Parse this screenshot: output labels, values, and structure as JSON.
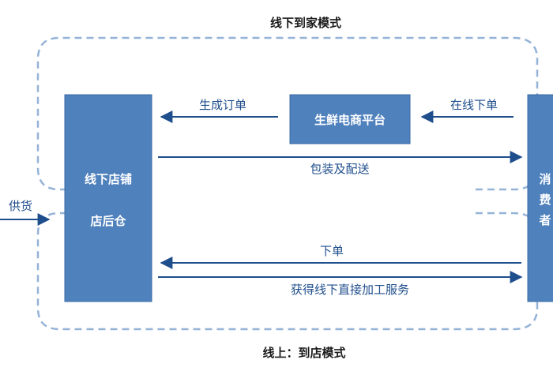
{
  "regions": {
    "online_to_home_title": "线下到家模式",
    "online_to_store_title": "线上：到店模式"
  },
  "nodes": {
    "offline_store": {
      "line1": "线下店铺",
      "line2": "店后仓"
    },
    "platform": {
      "label": "生鲜电商平台"
    },
    "consumer": {
      "char1": "消",
      "char2": "费",
      "char3": "者"
    }
  },
  "edges": {
    "supply": "供货",
    "generate_order": "生成订单",
    "place_order_online": "在线下单",
    "pack_deliver": "包装及配送",
    "place_order": "下单",
    "offline_service": "获得线下直接加工服务"
  },
  "colors": {
    "box_fill": "#4f81bd",
    "box_stroke": "#3a6aa5",
    "arrow": "#1f4e8c",
    "dashed_border": "#95b3d7",
    "label_text": "#1f4e8c",
    "title_text": "#1a1a1a"
  }
}
